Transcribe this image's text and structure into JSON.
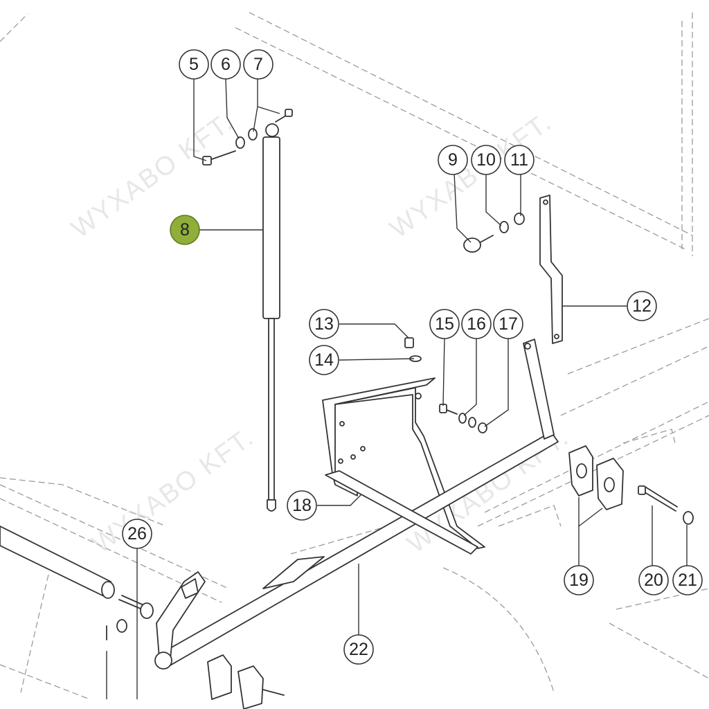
{
  "watermark": {
    "text": "WYXABO KFT."
  },
  "callouts": [
    {
      "id": "5",
      "label": "5"
    },
    {
      "id": "6",
      "label": "6"
    },
    {
      "id": "7",
      "label": "7"
    },
    {
      "id": "8",
      "label": "8",
      "highlighted": true
    },
    {
      "id": "9",
      "label": "9"
    },
    {
      "id": "10",
      "label": "10"
    },
    {
      "id": "11",
      "label": "11"
    },
    {
      "id": "12",
      "label": "12"
    },
    {
      "id": "13",
      "label": "13"
    },
    {
      "id": "14",
      "label": "14"
    },
    {
      "id": "15",
      "label": "15"
    },
    {
      "id": "16",
      "label": "16"
    },
    {
      "id": "17",
      "label": "17"
    },
    {
      "id": "18",
      "label": "18"
    },
    {
      "id": "19",
      "label": "19"
    },
    {
      "id": "20",
      "label": "20"
    },
    {
      "id": "21",
      "label": "21"
    },
    {
      "id": "22",
      "label": "22"
    },
    {
      "id": "26",
      "label": "26"
    }
  ],
  "colors": {
    "highlight": "#8fae3a",
    "line": "#333333",
    "hidden_line": "#9a9a9a",
    "watermark": "#d4d4d4"
  }
}
